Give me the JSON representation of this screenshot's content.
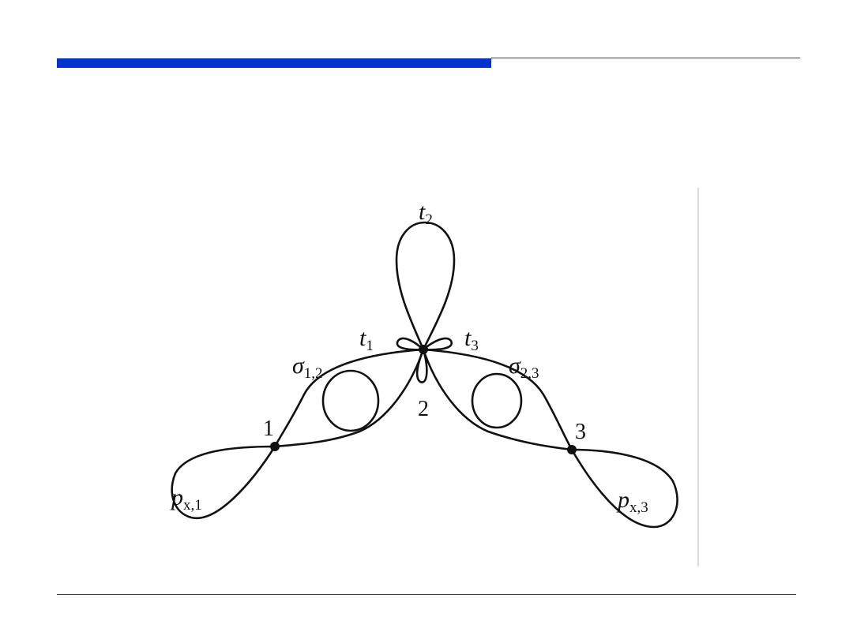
{
  "header": {
    "accent_color": "#0033cc"
  },
  "figure": {
    "labels": {
      "t1": {
        "main": "t",
        "sub": "1"
      },
      "t2": {
        "main": "t",
        "sub": "2"
      },
      "t3": {
        "main": "t",
        "sub": "3"
      },
      "sigma12": {
        "main": "σ",
        "sub": "1,2"
      },
      "sigma23": {
        "main": "σ",
        "sub": "2,3"
      },
      "px1": {
        "main": "p",
        "sub": "x,1"
      },
      "px3": {
        "main": "p",
        "sub": "x,3"
      }
    },
    "nodes": {
      "n1": "1",
      "n2": "2",
      "n3": "3"
    }
  }
}
